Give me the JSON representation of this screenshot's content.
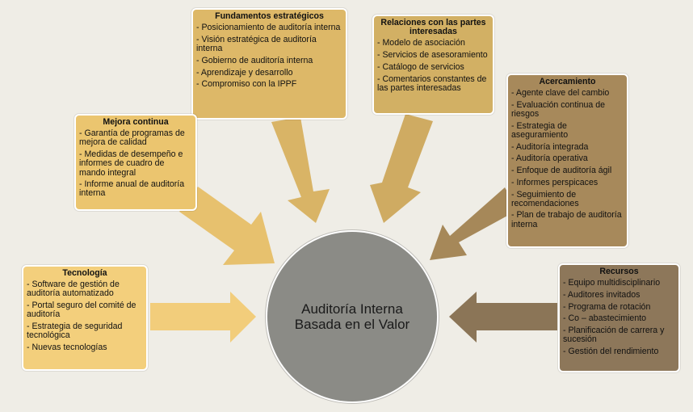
{
  "center": {
    "line1": "Auditoría Interna",
    "line2": "Basada en el Valor",
    "color": "#8b8b86"
  },
  "boxes": {
    "fundamentos": {
      "title": "Fundamentos estratégicos",
      "color": "#ddb868",
      "items": [
        "- Posicionamiento de auditoría interna",
        "- Visión estratégica de auditoría interna",
        "- Gobierno de auditoría interna",
        "- Aprendizaje y desarrollo",
        "- Compromiso con la IPPF"
      ]
    },
    "relaciones": {
      "title": "Relaciones con las partes interesadas",
      "color": "#d2b064",
      "items": [
        "- Modelo de asociación",
        "- Servicios de asesoramiento",
        "- Catálogo de servicios",
        "- Comentarios constantes de las partes interesadas"
      ]
    },
    "mejora": {
      "title": "Mejora continua",
      "color": "#ebc56f",
      "items": [
        "- Garantía de programas de mejora de calidad",
        "- Medidas de desempeño e informes de cuadro de mando integral",
        "- Informe anual de auditoría interna"
      ]
    },
    "acercamiento": {
      "title": "Acercamiento",
      "color": "#a7895b",
      "items": [
        "- Agente clave del cambio",
        "- Evaluación continua de riesgos",
        "- Estrategia de aseguramiento",
        "- Auditoría integrada",
        "- Auditoría operativa",
        "- Enfoque de auditoría ágil",
        "- Informes perspicaces",
        "- Seguimiento de recomendaciones",
        "- Plan de trabajo de auditoría interna"
      ]
    },
    "tecnologia": {
      "title": "Tecnología",
      "color": "#f3cf7c",
      "items": [
        "- Software de gestión de auditoría automatizado",
        "- Portal seguro del comité de auditoría",
        "- Estrategia de seguridad tecnológica",
        "- Nuevas tecnologías"
      ]
    },
    "recursos": {
      "title": "Recursos",
      "color": "#8d775a",
      "items": [
        "- Equipo multidisciplinario",
        "- Auditores invitados",
        "- Programa de rotación",
        "- Co – abastecimiento",
        "- Planificación de carrera y sucesión",
        "- Gestión del rendimiento"
      ]
    }
  }
}
